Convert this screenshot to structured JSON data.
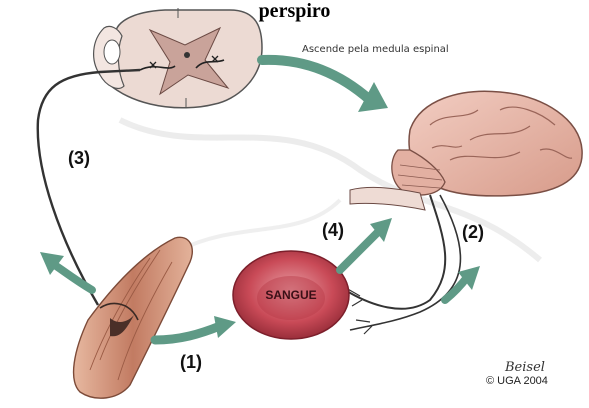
{
  "title_partial": "perspiro",
  "labels": {
    "pathway_3": "(3)",
    "pathway_4": "(4)",
    "pathway_2": "(2)",
    "pathway_1": "(1)"
  },
  "blood_cell_label": "SANGUE",
  "spinal_caption": "Ascende pela medula espinal",
  "signature": "Beisel",
  "copyright": "© UGA 2004",
  "colors": {
    "arrow": "#5f9a86",
    "nerve": "#333333",
    "blood_cell": "#c94a57",
    "brain": "#e7b3a6",
    "muscle": "#c8856b",
    "spinal_cord": "#e9d6cf"
  }
}
